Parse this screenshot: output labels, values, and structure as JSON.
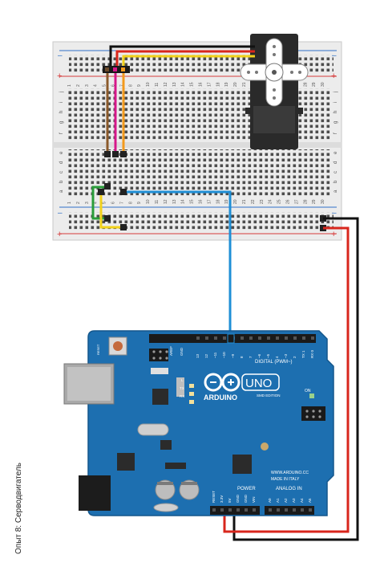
{
  "caption": "Опыт 8: Серводвигатель",
  "breadboard": {
    "rail_plus": "+",
    "rail_minus": "–",
    "row_letters_top": [
      "j",
      "i",
      "h",
      "g",
      "f"
    ],
    "row_letters_bottom": [
      "e",
      "d",
      "c",
      "b",
      "a"
    ],
    "column_numbers": [
      "1",
      "2",
      "3",
      "4",
      "5",
      "6",
      "7",
      "8",
      "9",
      "10",
      "11",
      "12",
      "13",
      "14",
      "15",
      "16",
      "17",
      "18",
      "19",
      "20",
      "21",
      "22",
      "23",
      "24",
      "25",
      "26",
      "27",
      "28",
      "29",
      "30"
    ]
  },
  "arduino": {
    "brand": "ARDUINO",
    "model": "UNO",
    "edition": "SMD EDITION",
    "site": "WWW.ARDUINO.CC",
    "made_in": "MADE IN ITALY",
    "digital_label": "DIGITAL (PWM~)",
    "analog_label": "ANALOG IN",
    "power_label": "POWER",
    "on_label": "ON",
    "reset_label": "RESET",
    "aref": "AREF",
    "gnd": "GND",
    "tx": "TX",
    "rx": "RX",
    "l_led": "L",
    "digital_pins": [
      "13",
      "12",
      "~11",
      "~10",
      "~9",
      "8",
      "7",
      "~6",
      "~5",
      "4",
      "~3",
      "2",
      "TX 1",
      "RX 0"
    ],
    "power_pins": [
      "RESET",
      "3.3V",
      "5V",
      "GND",
      "GND",
      "VIN"
    ],
    "analog_pins": [
      "A0",
      "A1",
      "A2",
      "A3",
      "A4",
      "A5"
    ]
  },
  "wires": {
    "colors": {
      "red": "#d8261c",
      "black": "#111111",
      "blue": "#1f8fd6",
      "green": "#2a9d3a",
      "yellow": "#f2d21b",
      "brown": "#8b5a2b",
      "magenta": "#d6178a",
      "orange": "#f39a1d"
    }
  }
}
